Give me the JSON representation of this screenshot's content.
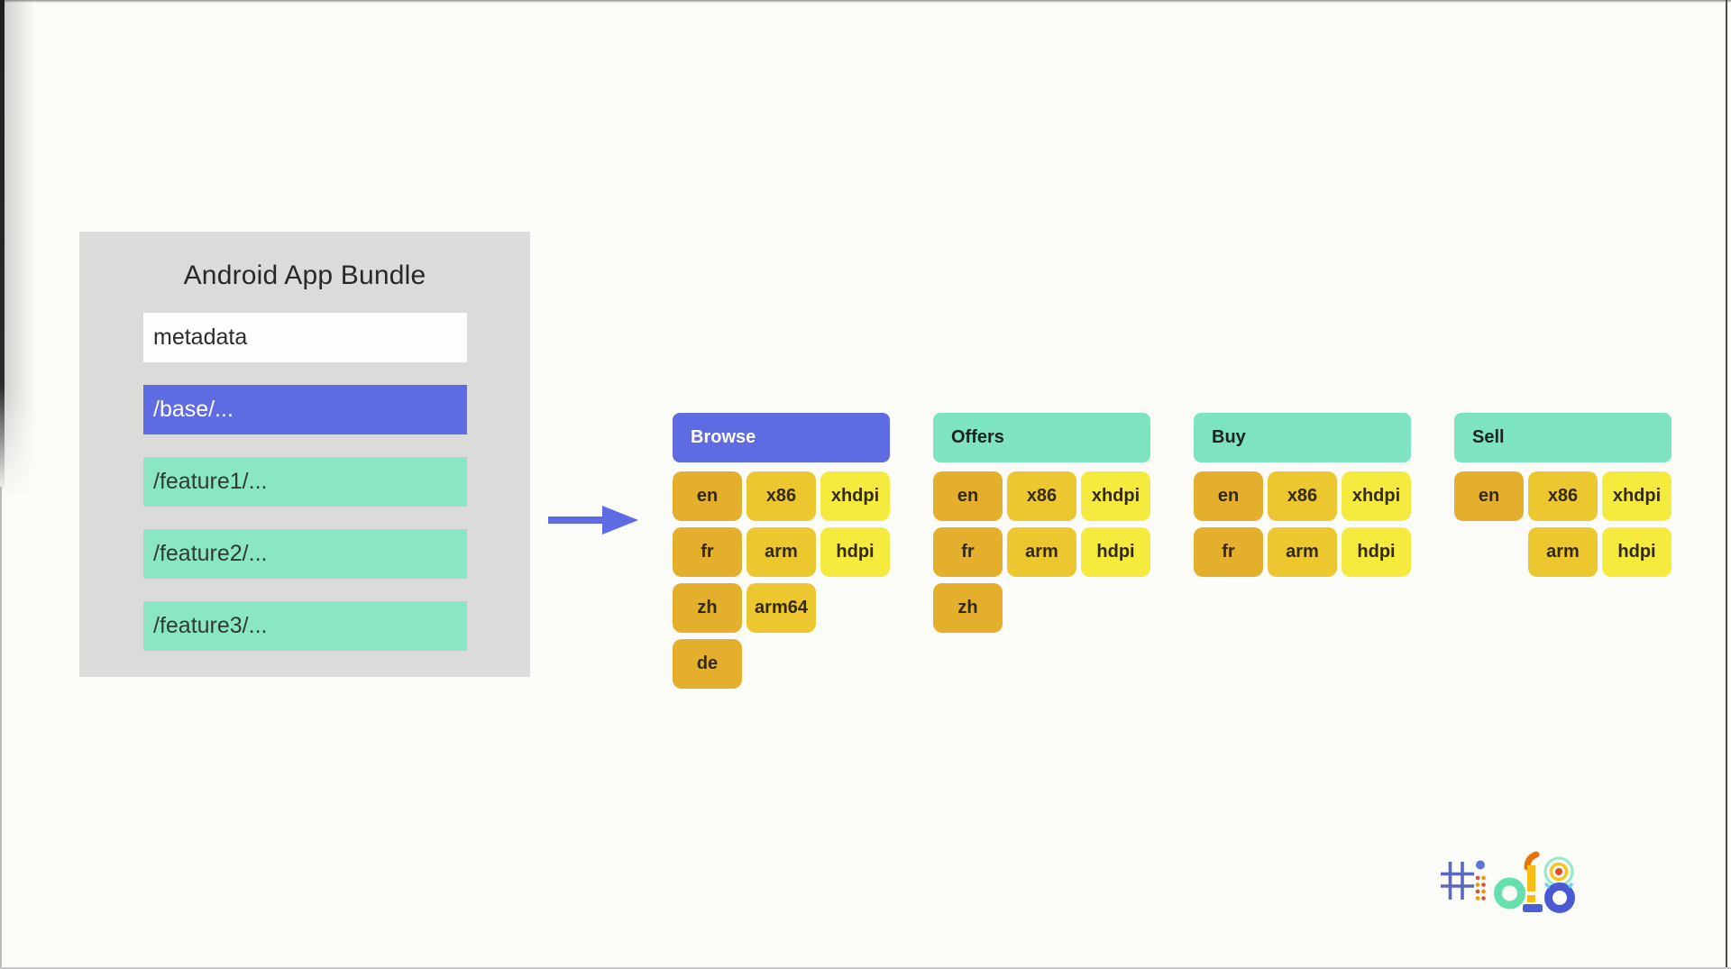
{
  "bundle": {
    "title": "Android App Bundle",
    "rows": [
      {
        "label": "metadata",
        "type": "metadata"
      },
      {
        "label": "/base/...",
        "type": "base"
      },
      {
        "label": "/feature1/...",
        "type": "feature"
      },
      {
        "label": "/feature2/...",
        "type": "feature"
      },
      {
        "label": "/feature3/...",
        "type": "feature"
      }
    ]
  },
  "arrow": {
    "direction": "right"
  },
  "chip_categories": [
    "language",
    "abi",
    "density"
  ],
  "groups": [
    {
      "name": "Browse",
      "header_style": "base",
      "rows": [
        [
          "en",
          "x86",
          "xhdpi"
        ],
        [
          "fr",
          "arm",
          "hdpi"
        ],
        [
          "zh",
          "arm64",
          null
        ],
        [
          "de",
          null,
          null
        ]
      ]
    },
    {
      "name": "Offers",
      "header_style": "feature",
      "rows": [
        [
          "en",
          "x86",
          "xhdpi"
        ],
        [
          "fr",
          "arm",
          "hdpi"
        ],
        [
          "zh",
          null,
          null
        ]
      ]
    },
    {
      "name": "Buy",
      "header_style": "feature",
      "rows": [
        [
          "en",
          "x86",
          "xhdpi"
        ],
        [
          "fr",
          "arm",
          "hdpi"
        ]
      ]
    },
    {
      "name": "Sell",
      "header_style": "feature",
      "rows": [
        [
          "en",
          "x86",
          "xhdpi"
        ],
        [
          null,
          "arm",
          "hdpi"
        ]
      ]
    }
  ],
  "footer": {
    "hashtag": "#io18"
  },
  "colors": {
    "background": "#FBFBF8",
    "panel_gray": "#DBDBD9",
    "accent_blue": "#5F6BE3",
    "green_header": "#7DE3C0",
    "green_row": "#8BE7C3",
    "chip_language": "#E4AF2C",
    "chip_abi": "#ECC72F",
    "chip_density": "#F4EB3E"
  },
  "layout": {
    "group_left_start": 746,
    "group_pitch": 289
  }
}
